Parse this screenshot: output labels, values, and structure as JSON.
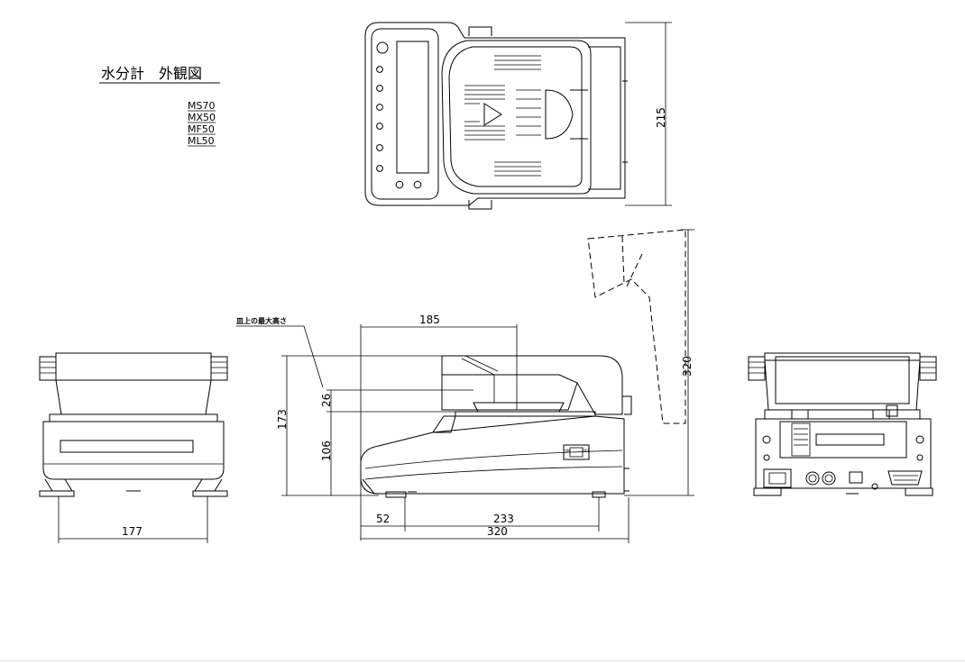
{
  "title": "水分計　外観図",
  "models": [
    "MS70",
    "MX50",
    "MF50",
    "ML50"
  ],
  "annotation": "皿上の最大高さ",
  "switch_labels": {
    "on": "ON",
    "off": "OFF"
  },
  "dimensions": {
    "top_depth": "215",
    "front_width": "177",
    "side_length_top": "185",
    "side_height_total": "173",
    "side_height_body": "106",
    "side_height_pan": "26",
    "side_offset_left": "52",
    "side_foot_span": "233",
    "side_length_total": "320",
    "side_height_open": "320"
  }
}
